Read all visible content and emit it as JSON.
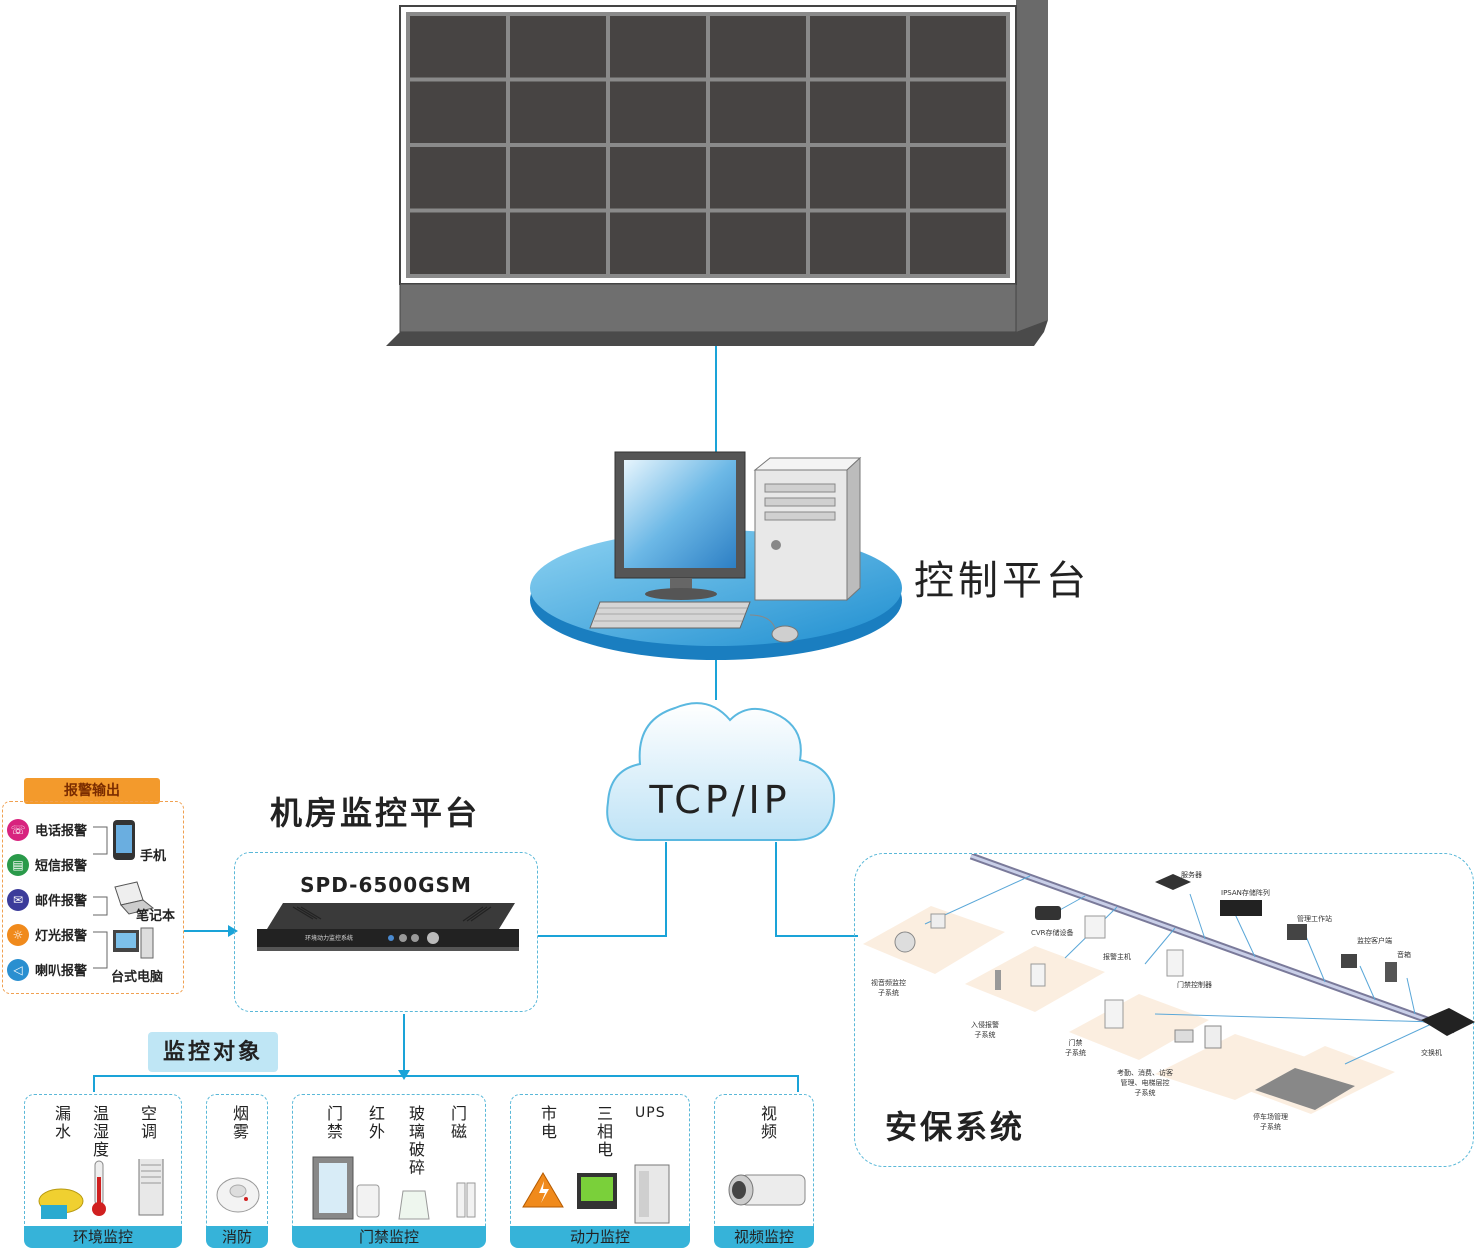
{
  "video_wall": {
    "rows": 4,
    "cols": 6
  },
  "control_platform": {
    "label": "控制平台"
  },
  "network": {
    "label": "TCP/IP"
  },
  "room_platform": {
    "title": "机房监控平台",
    "device_model": "SPD-6500GSM",
    "device_panel_text": "环境动力监控系统"
  },
  "alarm_output": {
    "title": "报警输出",
    "items": [
      {
        "label": "电话报警",
        "icon": "phone-icon",
        "color": "#d8237e"
      },
      {
        "label": "短信报警",
        "icon": "sms-icon",
        "color": "#2a9a4a"
      },
      {
        "label": "邮件报警",
        "icon": "mail-icon",
        "color": "#3b3b9a"
      },
      {
        "label": "灯光报警",
        "icon": "light-icon",
        "color": "#f08a1c"
      },
      {
        "label": "喇叭报警",
        "icon": "speaker-icon",
        "color": "#2a8fd0"
      }
    ],
    "devices": [
      "手机",
      "笔记本",
      "台式电脑"
    ]
  },
  "monitor_targets": {
    "title": "监控对象",
    "groups": [
      {
        "footer": "环境监控",
        "items": [
          "漏水",
          "温湿度",
          "空调"
        ]
      },
      {
        "footer": "消防",
        "items": [
          "烟雾"
        ]
      },
      {
        "footer": "门禁监控",
        "items": [
          "门禁",
          "红外",
          "玻璃破碎",
          "门磁"
        ]
      },
      {
        "footer": "动力监控",
        "items": [
          "市电",
          "三相电",
          "UPS"
        ]
      },
      {
        "footer": "视频监控",
        "items": [
          "视频"
        ]
      }
    ]
  },
  "security_system": {
    "title": "安保系统",
    "labels": {
      "server": "服务器",
      "ipsan": "IPSAN存储阵列",
      "workstation": "管理工作站",
      "client": "监控客户端",
      "speaker": "音箱",
      "cvr": "CVR存储设备",
      "alarm_host": "报警主机",
      "door_ctrl": "门禁控制器",
      "switch": "交换机",
      "video_sub": "视音频监控\n子系统",
      "intrusion_sub": "入侵报警\n子系统",
      "door_sub": "门禁\n子系统",
      "attend_sub": "考勤、消费、访客\n管理、电梯层控\n子系统",
      "parking_sub": "停车场管理\n子系统"
    }
  },
  "colors": {
    "wire": "#1aa3d8",
    "accent": "#36b3d9",
    "alarm": "#f39a2c"
  }
}
